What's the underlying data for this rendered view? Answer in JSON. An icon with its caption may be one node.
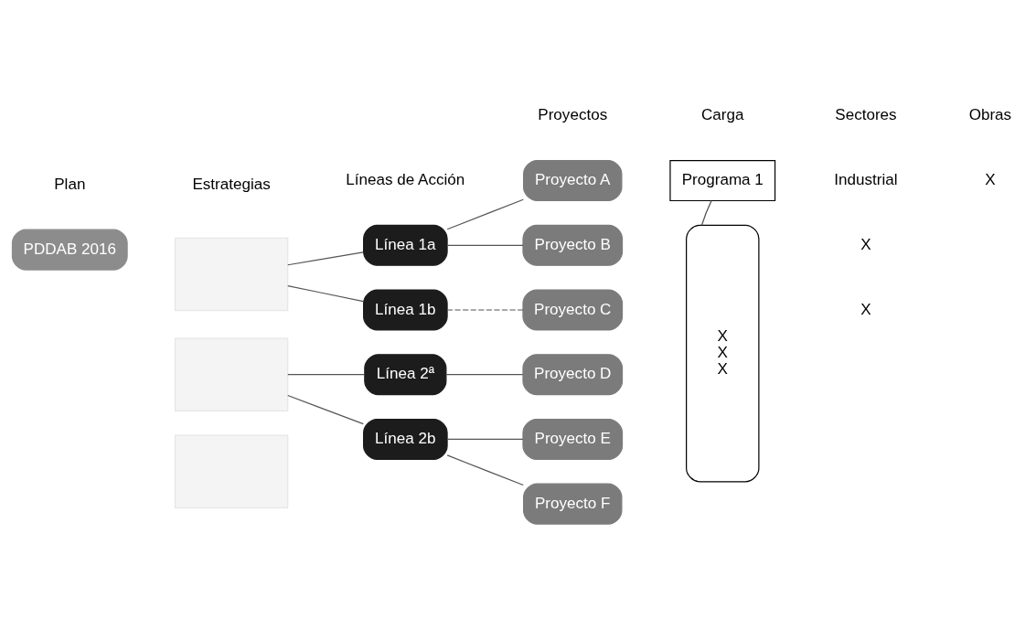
{
  "diagram": {
    "nodes": [
      {
        "text": [
          "PDDAB 2016"
        ]
      },
      {
        "text": [],
        "shape": "box"
      },
      {
        "text": [],
        "shape": "box"
      },
      {
        "text": [],
        "shape": "box"
      },
      {
        "text": [
          "Línea 1a"
        ]
      },
      {
        "text": [
          "Línea 1b"
        ]
      },
      {
        "text": [
          "Línea 2ª"
        ]
      },
      {
        "text": [
          "Línea 2b"
        ]
      },
      {
        "text": [
          "Proyecto A"
        ]
      },
      {
        "text": [
          "Proyecto B"
        ]
      },
      {
        "text": [
          "Proyecto C"
        ]
      },
      {
        "text": [
          "Proyecto D"
        ]
      },
      {
        "text": [
          "Proyecto E"
        ]
      },
      {
        "text": [
          "Proyecto F"
        ]
      },
      {
        "text": [
          "X",
          "X",
          "X"
        ]
      },
      {
        "text": [
          "Programa 1"
        ]
      }
    ],
    "edges": [
      {
        "from": 1,
        "to": 4,
        "arrow": "none"
      },
      {
        "from": 1,
        "to": 5,
        "arrow": "none"
      },
      {
        "from": 2,
        "to": 6,
        "arrow": "none"
      },
      {
        "from": 2,
        "to": 7,
        "arrow": "none"
      },
      {
        "from": 4,
        "to": 8,
        "arrow": "none"
      },
      {
        "from": 4,
        "to": 9,
        "arrow": "none"
      },
      {
        "from": 5,
        "to": 10,
        "arrow": "none",
        "style": "dashed"
      },
      {
        "from": 6,
        "to": 11,
        "arrow": "none"
      },
      {
        "from": 7,
        "to": 12,
        "arrow": "none"
      },
      {
        "from": 7,
        "to": 13,
        "arrow": "none"
      },
      {
        "from": 15,
        "to": 14,
        "arrow": "none"
      }
    ],
    "labels": [
      "Plan",
      "Estrategias",
      "Líneas de Acción",
      "Proyectos",
      "Sectores",
      "Carga",
      "Industrial",
      "Obras",
      "X",
      "X",
      "X"
    ]
  }
}
